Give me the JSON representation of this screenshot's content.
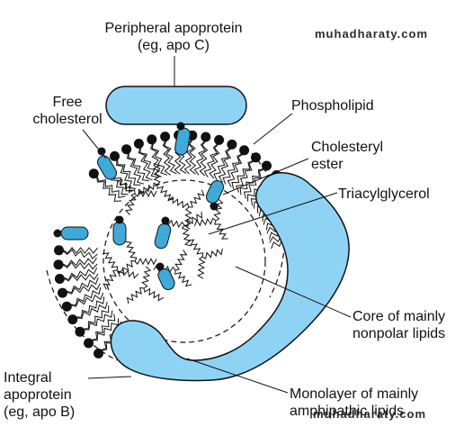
{
  "labels": {
    "peripheral_apoprotein": "Peripheral apoprotein\n(eg, apo C)",
    "free_cholesterol": "Free\ncholesterol",
    "phospholipid": "Phospholipid",
    "cholesteryl_ester": "Cholesteryl\nester",
    "triacylglycerol": "Triacylglycerol",
    "core": "Core of mainly\nnonpolar lipids",
    "integral_apoprotein": "Integral\napoprotein\n(eg, apo B)",
    "monolayer": "Monolayer of mainly\namphipathic lipids"
  },
  "watermark": "muhadharaty.com",
  "colors": {
    "protein_fill": "#8fd3f4",
    "cholesterol_fill": "#3fa9d8",
    "outline": "#111111"
  }
}
